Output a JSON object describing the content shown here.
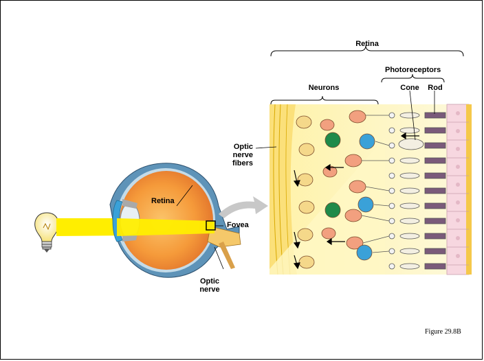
{
  "labels": {
    "retina_top": "Retina",
    "photoreceptors": "Photoreceptors",
    "cone": "Cone",
    "rod": "Rod",
    "neurons": "Neurons",
    "optic_nerve_fibers": [
      "Optic",
      "nerve",
      "fibers"
    ],
    "retina_eye": "Retina",
    "fovea": "Fovea",
    "optic_nerve": [
      "Optic",
      "nerve"
    ]
  },
  "caption": "Figure 29.8B",
  "colors": {
    "light_beam": "#ffee00",
    "eye_interior": "#f08a2a",
    "sclera": "#5e93b8",
    "neuron_salmon": "#f2a07f",
    "neuron_yellow": "#f5d88a",
    "neuron_green": "#1f8a4a",
    "neuron_blue": "#3aa1d8",
    "rod_purple": "#7a5a7a",
    "epithelium": "#f7d7e0",
    "retina_background": "#fdf6c8"
  }
}
